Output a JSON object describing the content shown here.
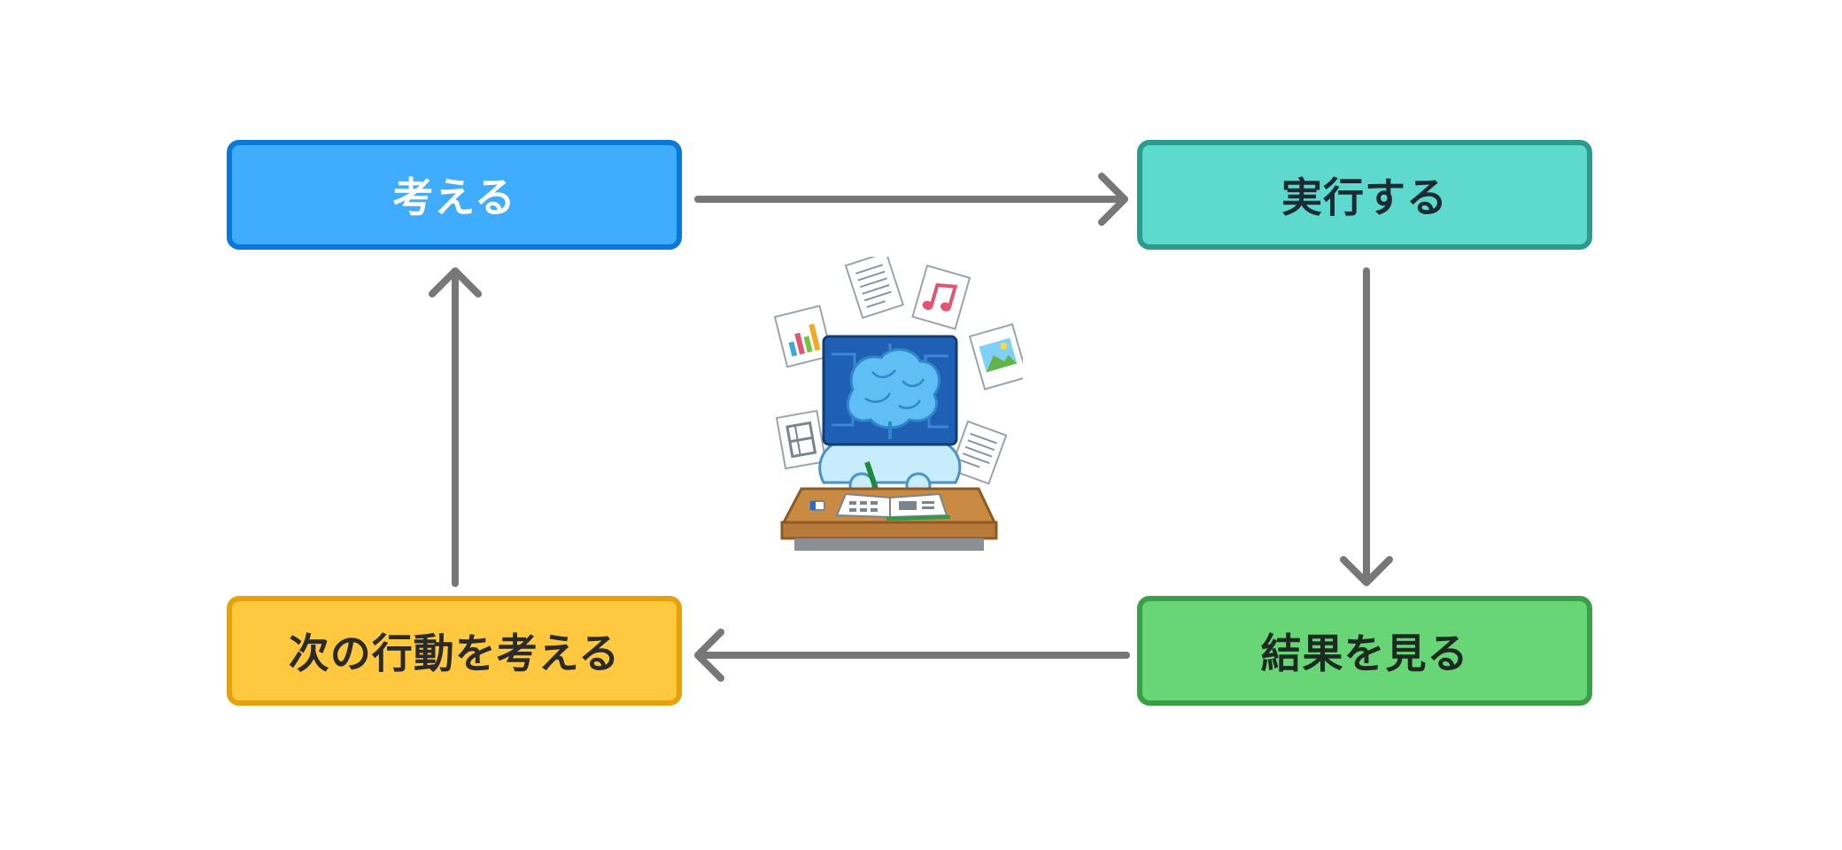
{
  "nodes": {
    "think": {
      "label": "考える",
      "fill": "#3facfe",
      "border": "#0a78d6",
      "text": "#ffffff"
    },
    "execute": {
      "label": "実行する",
      "fill": "#5dd9cd",
      "border": "#2c9a8d",
      "text": "#1b2b33"
    },
    "next": {
      "label": "次の行動を考える",
      "fill": "#ffc83f",
      "border": "#e7a20b",
      "text": "#2a2a2a"
    },
    "result": {
      "label": "結果を見る",
      "fill": "#68d676",
      "border": "#3a9f47",
      "text": "#1b2b22"
    }
  },
  "arrow_color": "#777777",
  "edges": [
    {
      "from": "think",
      "to": "execute"
    },
    {
      "from": "execute",
      "to": "result"
    },
    {
      "from": "result",
      "to": "next"
    },
    {
      "from": "next",
      "to": "think"
    }
  ],
  "illustration": {
    "icon": "ai-brain-studying-at-desk-icon"
  }
}
